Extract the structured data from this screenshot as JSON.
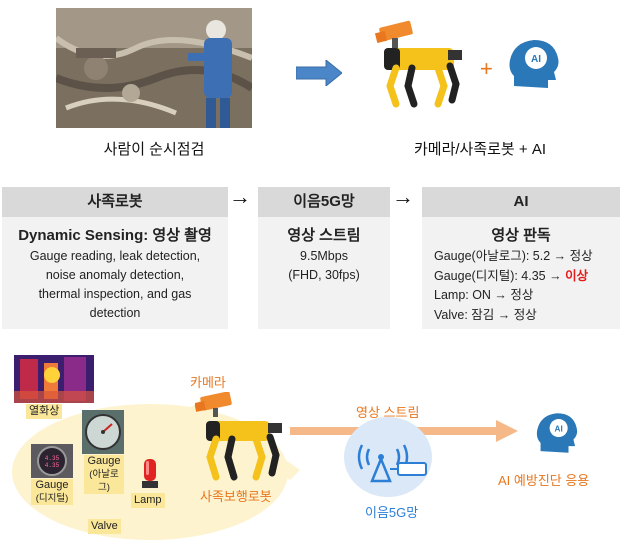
{
  "top": {
    "left_caption": "사람이 순시점검",
    "right_caption": "카메라/사족로봇 + AI",
    "plus": "+",
    "ai_badge": "AI"
  },
  "columns": {
    "robot": {
      "header": "사족로봇",
      "title": "Dynamic Sensing: 영상 촬영",
      "lines": [
        "Gauge reading, leak detection,",
        "noise anomaly detection,",
        "thermal inspection, and gas",
        "detection"
      ]
    },
    "network": {
      "header": "이음5G망",
      "title": "영상 스트림",
      "lines": [
        "9.5Mbps",
        "(FHD, 30fps)"
      ]
    },
    "ai": {
      "header": "AI",
      "title": "영상 판독",
      "line1": "Gauge(아날로그): 5.2 → 정상",
      "line2_prefix": "Gauge(디지털): 4.35 → ",
      "line2_status": "이상",
      "line3": "Lamp: ON → 정상",
      "line4": "Valve: 잠김 → 정상"
    },
    "arrow": "→"
  },
  "bottom": {
    "thermal_label": "열화상",
    "gauge_analog": "Gauge",
    "gauge_analog_sub": "(아날로그)",
    "gauge_digital": "Gauge",
    "gauge_digital_sub": "(디지털)",
    "digital_reading_top": "4.35",
    "digital_reading_bottom": "4.35",
    "lamp_label": "Lamp",
    "valve_label": "Valve",
    "camera_label": "카메라",
    "robot_label": "사족보행로봇",
    "stream_label": "영상 스트림",
    "network_label": "이음5G망",
    "ai_label": "AI 예방진단 응용",
    "ai_badge": "AI"
  },
  "colors": {
    "orange": "#e8771f",
    "blue": "#2d7fd6",
    "alert_red": "#e41b1b",
    "column_header": "#d9d9d9",
    "column_body": "#f2f2f2",
    "ellipse": "#fdf3cf"
  }
}
